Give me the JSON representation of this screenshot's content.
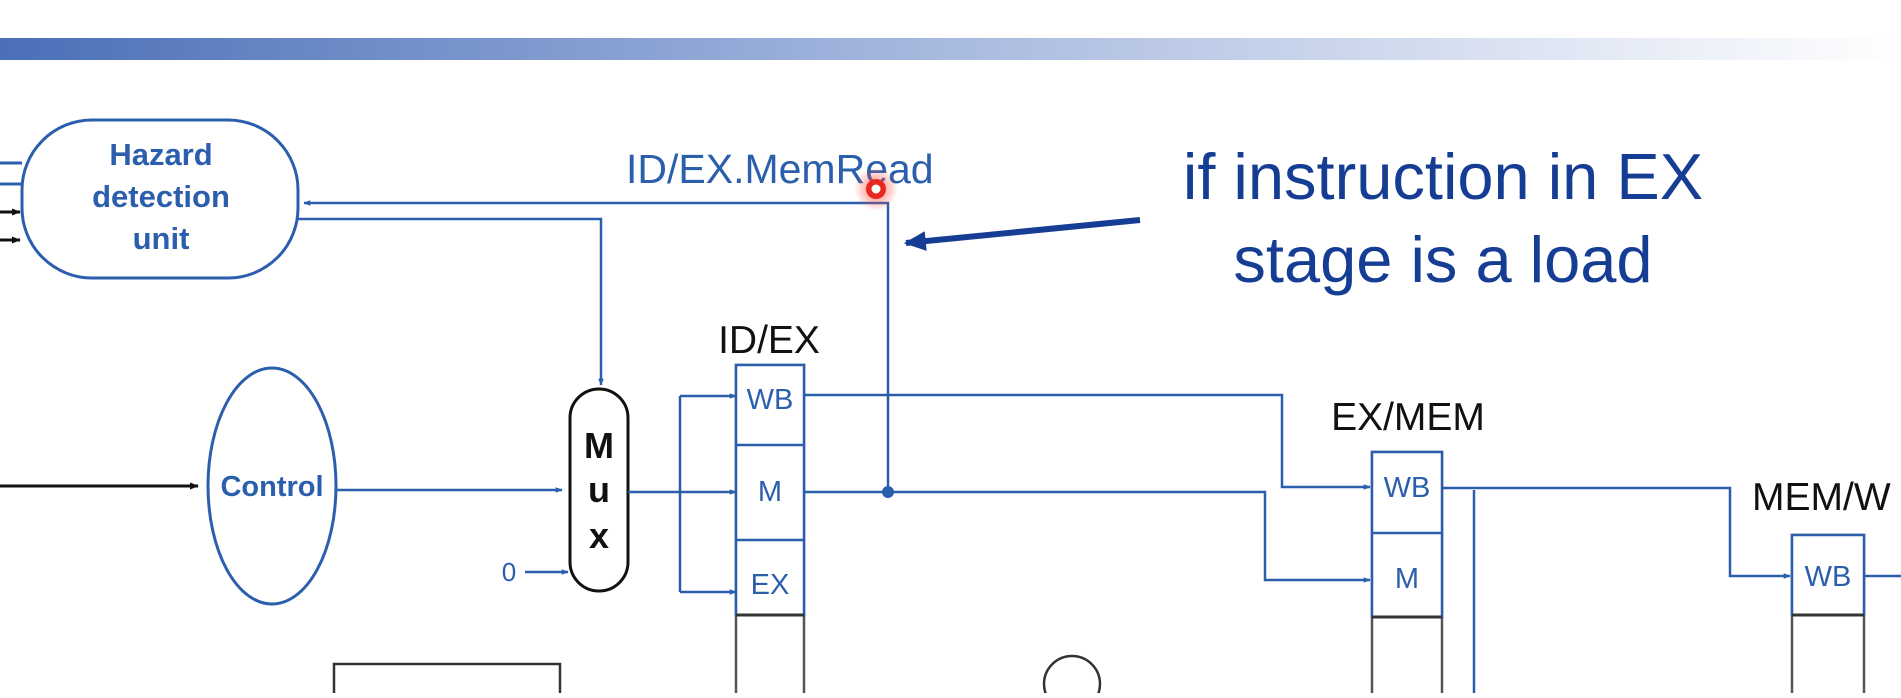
{
  "diagram": {
    "hazard_unit_lines": [
      "Hazard",
      "detection",
      "unit"
    ],
    "memread_signal": "ID/EX.MemRead",
    "control_label": "Control",
    "mux_letters": [
      "M",
      "u",
      "x"
    ],
    "zero_input": "0",
    "idex_label": "ID/EX",
    "idex_fields": [
      "WB",
      "M",
      "EX"
    ],
    "exmem_label": "EX/MEM",
    "exmem_fields": [
      "WB",
      "M"
    ],
    "memwb_label": "MEM/W",
    "memwb_fields": [
      "WB"
    ]
  },
  "annotation": {
    "lines": [
      "if instruction in EX",
      "stage is a load"
    ]
  },
  "colors": {
    "diagram_blue": "#2b5fad",
    "annotation_blue": "#163d94",
    "pointer_red": "#e8281e",
    "banner_start": "#4a6fb8",
    "banner_end": "#ffffff"
  }
}
